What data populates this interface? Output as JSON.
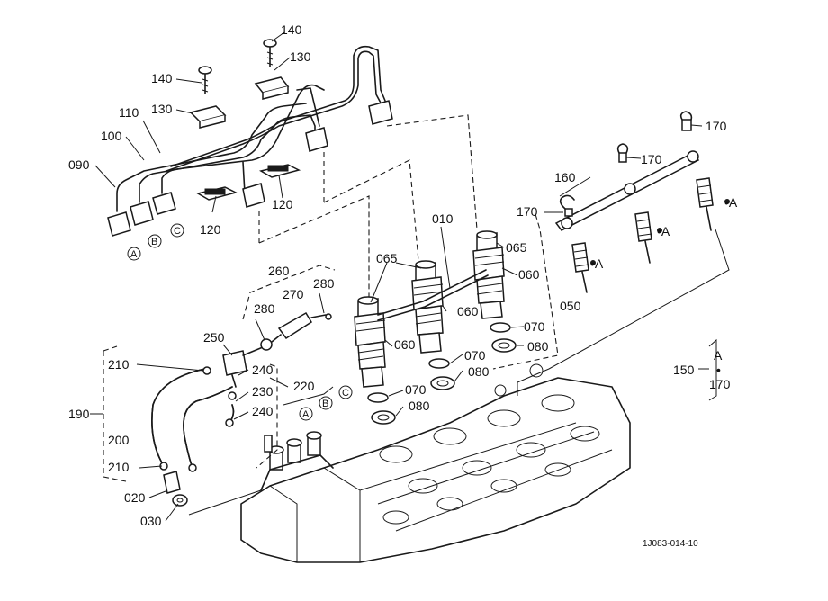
{
  "labels": {
    "p010": "010",
    "p020": "020",
    "p030": "030",
    "p050": "050",
    "p060": "060",
    "p065": "065",
    "p070": "070",
    "p080": "080",
    "p090": "090",
    "p100": "100",
    "p110": "110",
    "p120": "120",
    "p130": "130",
    "p140": "140",
    "p150": "150",
    "p160": "160",
    "p170": "170",
    "p190": "190",
    "p200": "200",
    "p210": "210",
    "p220": "220",
    "p230": "230",
    "p240": "240",
    "p250": "250",
    "p260": "260",
    "p270": "270",
    "p280": "280"
  },
  "markers": {
    "a": "A",
    "b": "B",
    "c": "C",
    "dot_a": "•A",
    "dot": "•"
  },
  "drawing_code": "1J083-014-10"
}
